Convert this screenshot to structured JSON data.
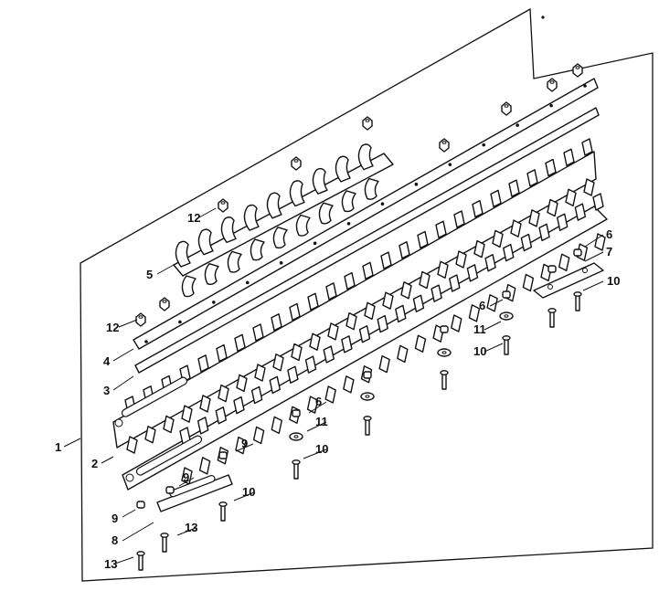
{
  "diagram": {
    "callouts": [
      {
        "id": "c1",
        "label": "1"
      },
      {
        "id": "c2",
        "label": "2"
      },
      {
        "id": "c3",
        "label": "3"
      },
      {
        "id": "c4",
        "label": "4"
      },
      {
        "id": "c5",
        "label": "5"
      },
      {
        "id": "c6a",
        "label": "6"
      },
      {
        "id": "c6b",
        "label": "6"
      },
      {
        "id": "c6c",
        "label": "6"
      },
      {
        "id": "c7",
        "label": "7"
      },
      {
        "id": "c8",
        "label": "8"
      },
      {
        "id": "c9a",
        "label": "9"
      },
      {
        "id": "c9b",
        "label": "9"
      },
      {
        "id": "c9c",
        "label": "9"
      },
      {
        "id": "c10a",
        "label": "10"
      },
      {
        "id": "c10b",
        "label": "10"
      },
      {
        "id": "c10c",
        "label": "10"
      },
      {
        "id": "c10d",
        "label": "10"
      },
      {
        "id": "c11a",
        "label": "11"
      },
      {
        "id": "c11b",
        "label": "11"
      },
      {
        "id": "c12a",
        "label": "12"
      },
      {
        "id": "c12b",
        "label": "12"
      },
      {
        "id": "c13a",
        "label": "13"
      },
      {
        "id": "c13b",
        "label": "13"
      }
    ]
  }
}
